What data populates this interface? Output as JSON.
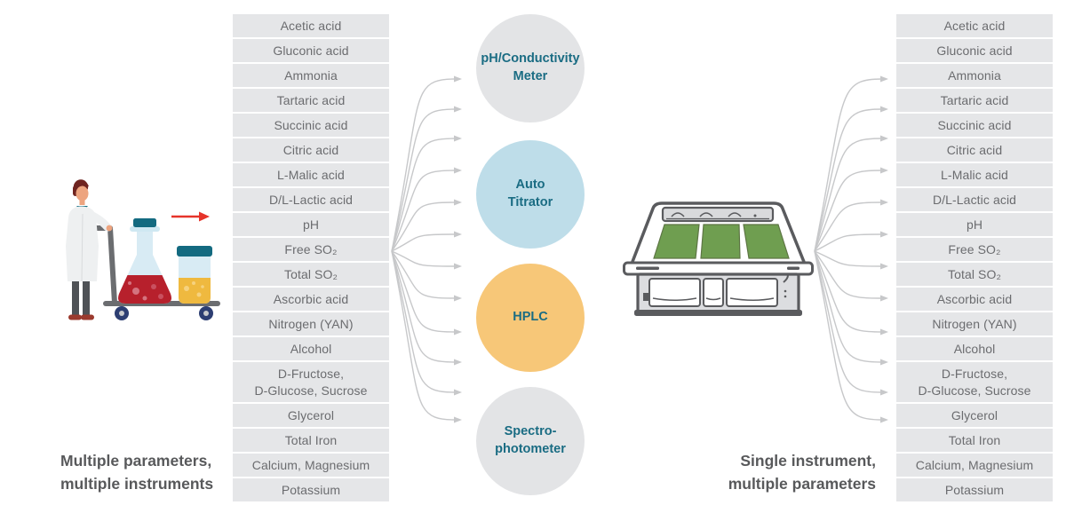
{
  "left_panel": {
    "caption": "Multiple parameters,\nmultiple instruments",
    "illustration": "scientist pushing lab cart with flask and jar"
  },
  "right_panel": {
    "caption": "Single instrument,\nmultiple parameters",
    "illustration": "discrete analyzer instrument"
  },
  "parameters": [
    "Acetic acid",
    "Gluconic acid",
    "Ammonia",
    "Tartaric acid",
    "Succinic acid",
    "Citric acid",
    "L-Malic acid",
    "D/L-Lactic acid",
    "pH",
    "Free SO₂",
    "Total SO₂",
    "Ascorbic acid",
    "Nitrogen (YAN)",
    "Alcohol",
    "D-Fructose,\nD-Glucose, Sucrose",
    "Glycerol",
    "Total Iron",
    "Calcium, Magnesium",
    "Potassium"
  ],
  "instruments": [
    {
      "label": "pH/Conductivity\nMeter",
      "color": "#e3e4e6"
    },
    {
      "label": "Auto\nTitrator",
      "color": "#bedde9"
    },
    {
      "label": "HPLC",
      "color": "#f7c778"
    },
    {
      "label": "Spectro-\nphotometer",
      "color": "#e3e4e6"
    }
  ],
  "colors": {
    "list_item_bg": "#e5e6e8",
    "list_item_text": "#6b6c6f",
    "circle_text": "#1a6c83",
    "caption_text": "#58595b",
    "connector_arrow": "#c7c8ca",
    "red_arrow": "#e6332a",
    "analyzer_green": "#6f9e50",
    "flask_liquid_red": "#b7202c",
    "jar_liquid_amber": "#efb93f",
    "teal_cap": "#136a80"
  }
}
